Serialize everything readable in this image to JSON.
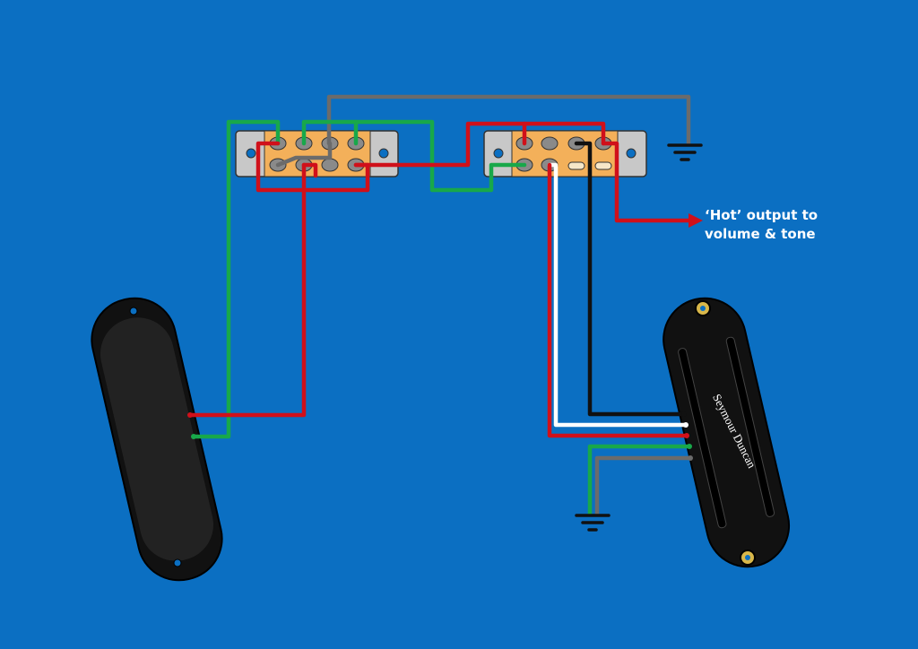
{
  "annotation": {
    "output_line1": "‘Hot’ output to",
    "output_line2": "volume & tone"
  },
  "pickup_right": {
    "brand": "Seymour Duncan"
  },
  "colors": {
    "background": "#0b6fc2",
    "wire_red": "#d0101a",
    "wire_green": "#18a84a",
    "wire_grey": "#6b6b6b",
    "wire_black": "#111111",
    "wire_white": "#ffffff",
    "switch_plate": "#c8c8c8",
    "switch_body": "#f3b05a",
    "pickup": "#1c1c1c"
  },
  "icons": {
    "ground": "ground-symbol-icon",
    "arrow": "arrow-right-icon"
  }
}
